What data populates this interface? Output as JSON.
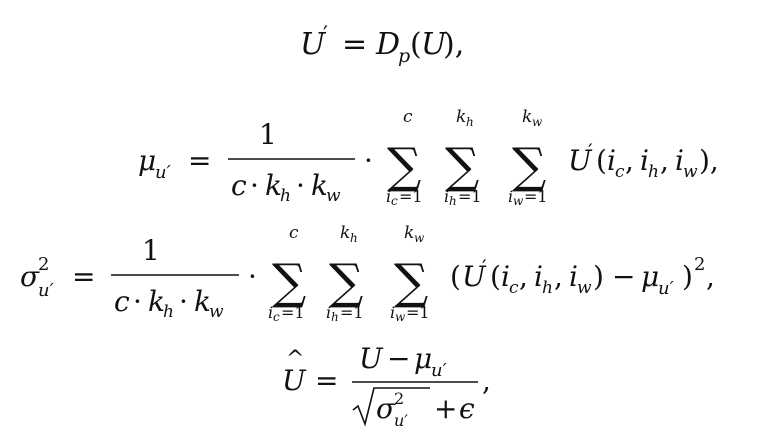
{
  "equations": [
    {
      "id": "eq1",
      "latex": "U' = D_p(U),"
    },
    {
      "id": "eq2",
      "latex": "\\mu_{u'} = \\frac{1}{c \\cdot k_h \\cdot k_w} \\cdot \\sum_{i_c=1}^{c} \\sum_{i_h=1}^{k_h} \\sum_{i_w=1}^{k_w} U'(i_c, i_h, i_w),"
    },
    {
      "id": "eq3",
      "latex": "\\sigma_{u'}^2 = \\frac{1}{c \\cdot k_h \\cdot k_w} \\cdot \\sum_{i_c=1}^{c} \\sum_{i_h=1}^{k_h} \\sum_{i_w=1}^{k_w} (U'(i_c, i_h, i_w) - \\mu_{u'})^2,"
    },
    {
      "id": "eq4",
      "latex": "\\hat{U} = \\frac{U - \\mu_{u'}}{\\sqrt{\\sigma_{u'}^2} + \\epsilon},"
    }
  ]
}
